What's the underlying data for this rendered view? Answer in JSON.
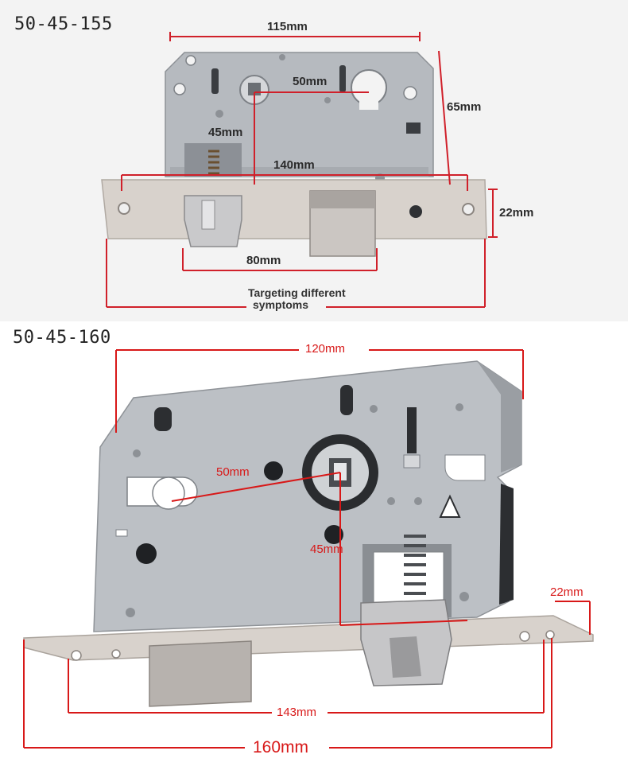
{
  "top": {
    "model": "50-45-155",
    "dims": {
      "width_top": "115mm",
      "backset": "50mm",
      "height_right": "65mm",
      "center_distance": "45mm",
      "plate_length": "140mm",
      "plate_width": "22mm",
      "bolt_spacing": "80mm"
    },
    "caption_line1": "Targeting different",
    "caption_line2": "symptoms"
  },
  "bottom": {
    "model": "50-45-160",
    "dims": {
      "width_top": "120mm",
      "backset": "50mm",
      "center_distance": "45mm",
      "plate_width": "22mm",
      "hole_spacing": "143mm",
      "plate_length": "160mm"
    }
  },
  "colors": {
    "dim_dark": "#d0202a",
    "dim_red": "#d81818",
    "steel": "#b9bdc2",
    "plate": "#d8d2cc"
  }
}
